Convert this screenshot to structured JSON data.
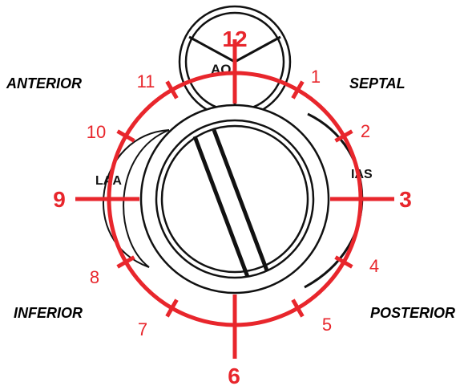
{
  "regions": {
    "anterior": "ANTERIOR",
    "septal": "SEPTAL",
    "inferior": "INFERIOR",
    "posterior": "POSTERIOR"
  },
  "structures": {
    "aorta": "AO",
    "left_atrial_appendage": "LAA",
    "interatrial_septum": "IAS"
  },
  "clock_positions": [
    "1",
    "2",
    "3",
    "4",
    "5",
    "6",
    "7",
    "8",
    "9",
    "10",
    "11",
    "12"
  ],
  "major_positions": [
    "3",
    "6",
    "9",
    "12"
  ],
  "colors": {
    "clock": "#e8262c",
    "outline": "#111111",
    "background": "#ffffff"
  }
}
